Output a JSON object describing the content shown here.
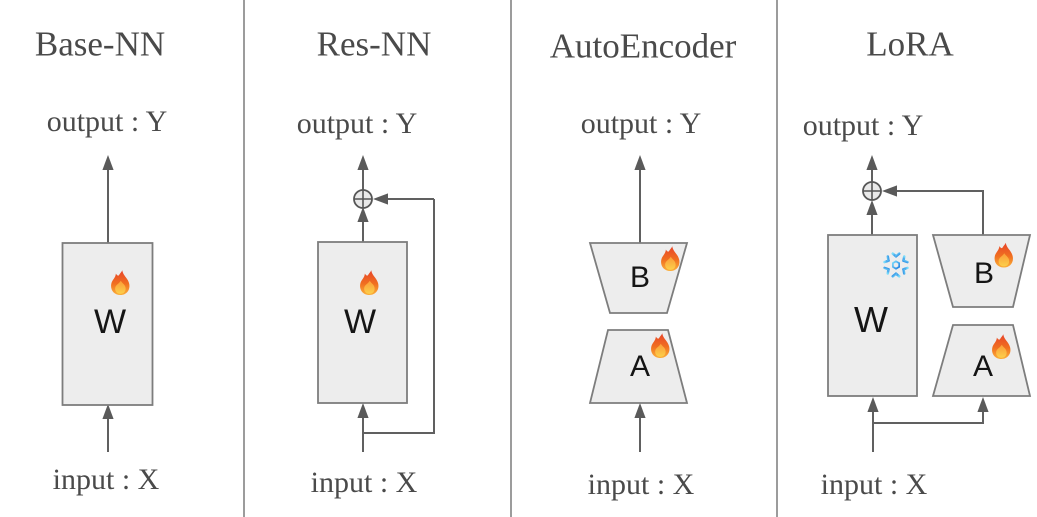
{
  "figure": {
    "description": "Comparison of neural-network architectures",
    "panel_count": 4
  },
  "colors": {
    "background": "#ffffff",
    "text": "#4a4a4a",
    "block_fill": "#ededed",
    "block_border": "#7d7d7d",
    "connector": "#606060",
    "arrowhead": "#5a5a5a",
    "divider": "#9c9c9c",
    "block_letter": "#151515",
    "flame_top": "#e8442a",
    "flame_bottom": "#fbb03b",
    "snowflake_light": "#7adcfb",
    "snowflake_dark": "#1f7fe0",
    "merge_circle_fill": "#e9e9e9",
    "merge_circle_stroke": "#565656"
  },
  "icons": {
    "trainable": "fire-icon",
    "frozen": "snowflake-icon",
    "merge": "plus-merge-icon"
  },
  "panels": [
    {
      "title": "Base-NN",
      "output_label": "output : Y",
      "input_label": "input : X",
      "blocks": [
        {
          "label": "W",
          "shape": "rectangle",
          "state": "trainable",
          "state_icon": "fire-icon"
        }
      ]
    },
    {
      "title": "Res-NN",
      "output_label": "output : Y",
      "input_label": "input : X",
      "merge_operator": "add",
      "skip_connection": true,
      "blocks": [
        {
          "label": "W",
          "shape": "rectangle",
          "state": "trainable",
          "state_icon": "fire-icon"
        }
      ]
    },
    {
      "title": "AutoEncoder",
      "output_label": "output : Y",
      "input_label": "input : X",
      "blocks": [
        {
          "label": "B",
          "shape": "trapezoid-down",
          "state": "trainable",
          "state_icon": "fire-icon"
        },
        {
          "label": "A",
          "shape": "trapezoid-up",
          "state": "trainable",
          "state_icon": "fire-icon"
        }
      ]
    },
    {
      "title": "LoRA",
      "output_label": "output : Y",
      "input_label": "input : X",
      "merge_operator": "add",
      "skip_connection": true,
      "blocks": [
        {
          "label": "W",
          "shape": "rectangle",
          "state": "frozen",
          "state_icon": "snowflake-icon"
        },
        {
          "label": "B",
          "shape": "trapezoid-down",
          "state": "trainable",
          "state_icon": "fire-icon"
        },
        {
          "label": "A",
          "shape": "trapezoid-up",
          "state": "trainable",
          "state_icon": "fire-icon"
        }
      ]
    }
  ]
}
